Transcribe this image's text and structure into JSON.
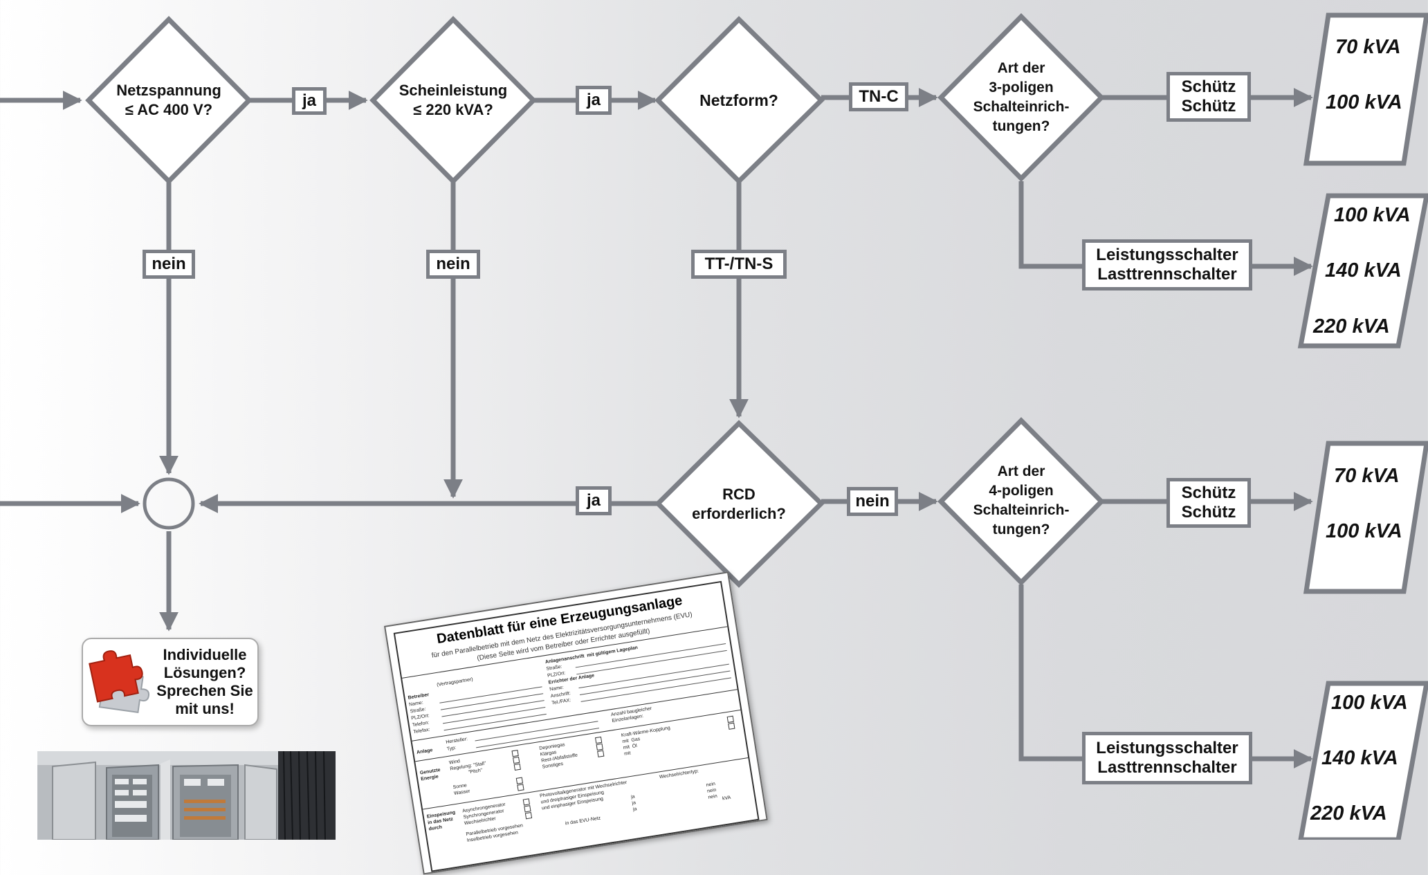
{
  "colors": {
    "line": "#7c7f86",
    "puzzle_red": "#d8321e",
    "text": "#111111"
  },
  "decisions": {
    "netzspannung": [
      "Netzspannung",
      "≤ AC 400 V?"
    ],
    "scheinleistung": [
      "Scheinleistung",
      "≤ 220 kVA?"
    ],
    "netzform": [
      "Netzform?"
    ],
    "art3": [
      "Art der",
      "3-poligen",
      "Schalteinrich-",
      "tungen?"
    ],
    "rcd": [
      "RCD",
      "erforderlich?"
    ],
    "art4": [
      "Art der",
      "4-poligen",
      "Schalteinrich-",
      "tungen?"
    ]
  },
  "edge_labels": {
    "ja1": "ja",
    "ja2": "ja",
    "tnc": "TN-C",
    "nein1": "nein",
    "nein2": "nein",
    "ttns": "TT-/TN-S",
    "ja3": "ja",
    "nein3": "nein"
  },
  "devices": {
    "schuetz_top": [
      "Schütz",
      "Schütz"
    ],
    "ls_top": [
      "Leistungsschalter",
      "Lasttrennschalter"
    ],
    "schuetz_bottom": [
      "Schütz",
      "Schütz"
    ],
    "ls_bottom": [
      "Leistungsschalter",
      "Lasttrennschalter"
    ]
  },
  "ratings": {
    "r1": [
      "70 kVA",
      "100 kVA"
    ],
    "r2": [
      "100 kVA",
      "140 kVA",
      "220 kVA"
    ],
    "r3": [
      "70 kVA",
      "100 kVA"
    ],
    "r4": [
      "100 kVA",
      "140 kVA",
      "220 kVA"
    ]
  },
  "callout": {
    "text": [
      "Individuelle",
      "Lösungen?",
      "Sprechen Sie",
      "mit uns!"
    ],
    "icon": "puzzle-icon"
  },
  "datasheet": {
    "title": "Datenblatt für eine Erzeugungsanlage",
    "subtitle1": "für den Parallelbetrieb mit dem Netz des Elektrizitätsversorgungsunternehmens (EVU)",
    "subtitle2": "(Diese Seite wird vom Betreiber oder Errichter ausgefüllt)",
    "betreiber": "Betreiber",
    "vertragspartner": "(Vertragspartner)",
    "betreiber_fields": [
      "Name:",
      "Straße:",
      "PLZ/Ort:",
      "Telefon:",
      "Telefax:"
    ],
    "anlagenanschrift": "Anlagenanschrift  mit gültigem Lageplan",
    "anlagen_fields": [
      "Straße:",
      "PLZ/Ort:"
    ],
    "errichter": "Errichter der Anlage",
    "errichter_fields": [
      "Name:",
      "Anschrift:",
      "Tel./FAX:"
    ],
    "anlage": "Anlage",
    "anlage_fields": [
      "Hersteller:",
      "Typ:"
    ],
    "anzahl": "Anzahl baugleicher\nEinzelanlagen:",
    "energie": "Genutzte\nEnergie",
    "energie_col1": "Wind\nRegelung: \"Stall\"\n             \"Pitch\"\n\nSonne\nWasser",
    "energie_col2": "Deponiegas\nKlärgas\nRest-/Abfallstoffe\nSonstiges",
    "energie_col3": "Kraft-Wärme-Kopplung\nmit  Gas\nmit  Öl\nmit",
    "einspeisung": "Einspeisung\nin das Netz\ndurch",
    "einspeisung_col1": "Asynchrongenerator\nSynchrongenerator\nWechselrichter",
    "einspeisung_col2": "Photovoltaikgenerator mit Wechselrichter\nund dreiphasiger Einspeisung\nund einphasiger Einspeisung",
    "wechselrichtertyp": "Wechselrichtertyp:",
    "ja_nein": "ja\nja\nja",
    "nein_col": "nein\nnein\nnein",
    "parallel": "Parallelbetrieb vorgesehen\nInselbetrieb vorgesehen",
    "evu": "in das EVU-Netz",
    "kva_unit": "kVA"
  }
}
